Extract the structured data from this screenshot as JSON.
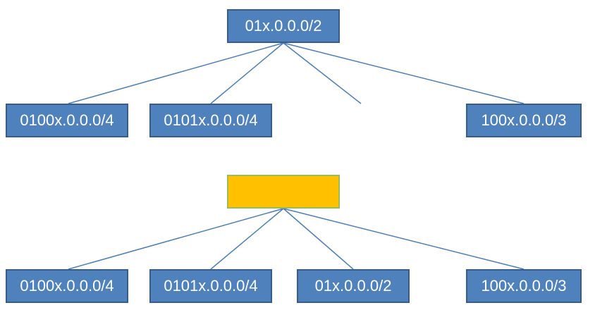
{
  "colors": {
    "node_fill": "#4f81bd",
    "node_border": "#385d8a",
    "highlight_fill": "#ffc000",
    "highlight_border": "#9bbb59",
    "edge": "#4a7ebb",
    "text": "#ffffff"
  },
  "top_tree": {
    "root": "01x.0.0.0/2",
    "children": [
      "0100x.0.0.0/4",
      "0101x.0.0.0/4",
      "",
      "100x.0.0.0/3"
    ]
  },
  "bottom_tree": {
    "root": "",
    "children": [
      "0100x.0.0.0/4",
      "0101x.0.0.0/4",
      "01x.0.0.0/2",
      "100x.0.0.0/3"
    ]
  }
}
